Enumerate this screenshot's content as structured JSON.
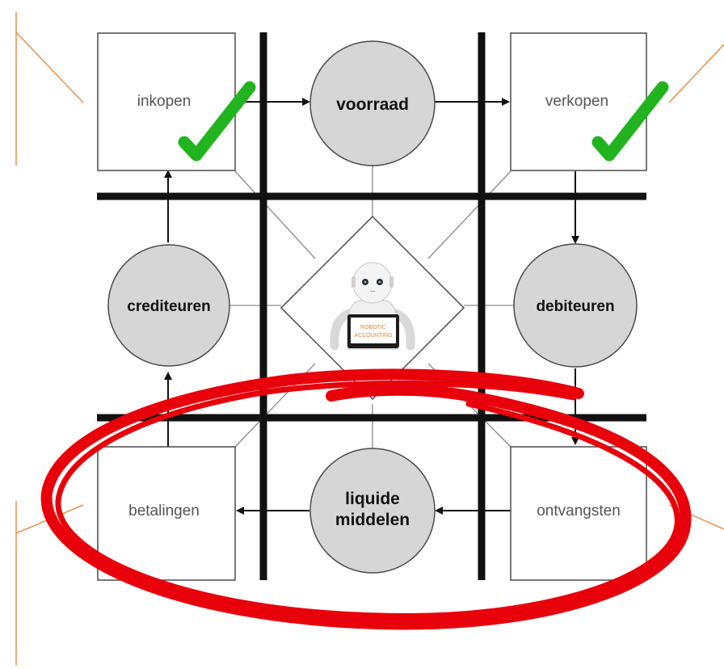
{
  "nodes": {
    "inkopen": "inkopen",
    "voorraad": "voorraad",
    "verkopen": "verkopen",
    "crediteuren": "crediteuren",
    "debiteuren": "debiteuren",
    "betalingen": "betalingen",
    "liquide_middelen": [
      "liquide",
      "middelen"
    ],
    "ontvangsten": "ontvangsten"
  },
  "robot_screen": [
    "ROBOTIC",
    "ACCOUNTING"
  ],
  "marks": {
    "checkmarks": [
      "inkopen",
      "verkopen"
    ],
    "highlight": "bottom-row"
  },
  "colors": {
    "box_fill": "#ffffff",
    "circle_fill": "#d6d6d6",
    "outline": "#4a4a4a",
    "grid_line": "#111111",
    "connector": "#8a8a8a",
    "checkmark": "#22b41f",
    "highlight_ellipse": "#e8000a",
    "robot_text": "#f07e26",
    "corner_lines": "#e8914a"
  }
}
